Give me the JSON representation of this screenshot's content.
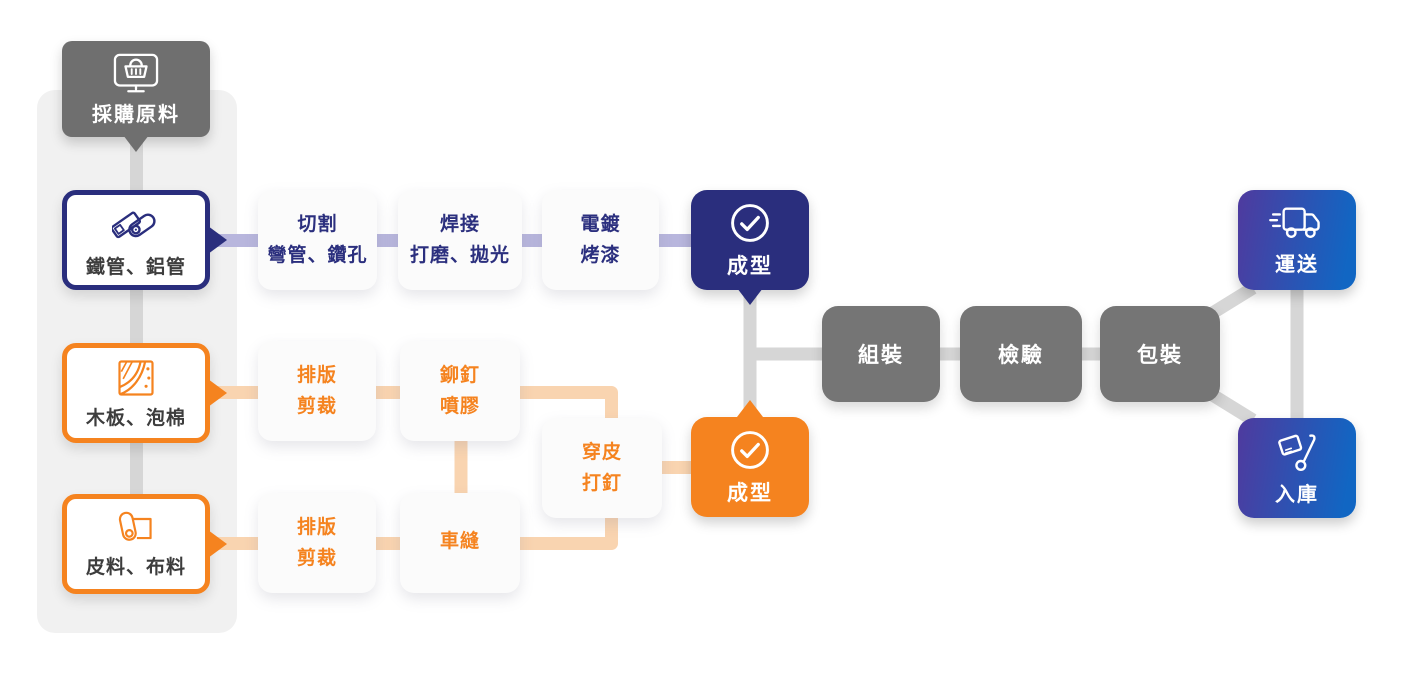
{
  "purchase": {
    "label": "採購原料",
    "icon": "shopping-monitor-icon"
  },
  "materials": [
    {
      "id": "metal",
      "label": "鐵管、鋁管",
      "icon": "pipes-icon",
      "accent": "#2a2e7d"
    },
    {
      "id": "wood",
      "label": "木板、泡棉",
      "icon": "wood-foam-icon",
      "accent": "#f5831f"
    },
    {
      "id": "fabric",
      "label": "皮料、布料",
      "icon": "fabric-roll-icon",
      "accent": "#f5831f"
    }
  ],
  "metal_line": {
    "steps": [
      {
        "line1": "切割",
        "line2": "彎管、鑽孔"
      },
      {
        "line1": "焊接",
        "line2": "打磨、拋光"
      },
      {
        "line1": "電鍍",
        "line2": "烤漆"
      }
    ],
    "forming_label": "成型"
  },
  "wood_line": {
    "steps": [
      {
        "line1": "排版",
        "line2": "剪裁"
      },
      {
        "line1": "鉚釘",
        "line2": "噴膠"
      }
    ]
  },
  "fabric_line": {
    "steps": [
      {
        "line1": "排版",
        "line2": "剪裁"
      },
      {
        "line1": "車縫",
        "line2": ""
      },
      {
        "line1": "穿皮",
        "line2": "打釘"
      }
    ],
    "forming_label": "成型"
  },
  "final_steps": [
    {
      "label": "組裝"
    },
    {
      "label": "檢驗"
    },
    {
      "label": "包裝"
    }
  ],
  "outputs": [
    {
      "id": "delivery",
      "label": "運送",
      "icon": "delivery-truck-icon"
    },
    {
      "id": "warehouse",
      "label": "入庫",
      "icon": "hand-truck-icon"
    }
  ],
  "colors": {
    "navy": "#2a2e7d",
    "orange": "#f5831f",
    "gray_step_box": "#757575",
    "purchase_box_gray": "#6f6f6f",
    "purple_connector": "#b8b6dd",
    "orange_connector": "#f9d4b0",
    "gray_connector": "#d6d6d6",
    "panel_background": "#f1f1f1",
    "gradient_from": "#4f3a9e",
    "gradient_to": "#1166c3"
  }
}
